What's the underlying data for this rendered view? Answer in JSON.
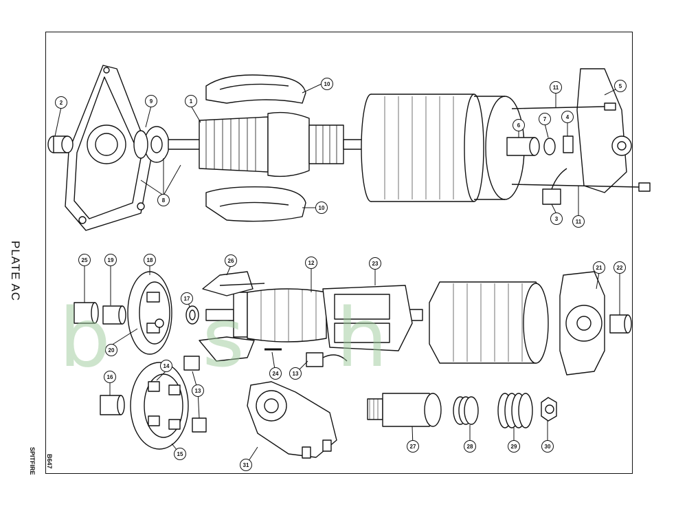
{
  "plate": {
    "title": "PLATE AC",
    "code": "B647",
    "model": "SPITFIRE"
  },
  "watermark": "b s h",
  "callouts": [
    {
      "id": "c1",
      "label": "1"
    },
    {
      "id": "c2",
      "label": "2"
    },
    {
      "id": "c3",
      "label": "3"
    },
    {
      "id": "c4",
      "label": "4"
    },
    {
      "id": "c5",
      "label": "5"
    },
    {
      "id": "c6",
      "label": "6"
    },
    {
      "id": "c7",
      "label": "7"
    },
    {
      "id": "c8",
      "label": "8"
    },
    {
      "id": "c9",
      "label": "9"
    },
    {
      "id": "c10a",
      "label": "10"
    },
    {
      "id": "c10b",
      "label": "10"
    },
    {
      "id": "c11a",
      "label": "11"
    },
    {
      "id": "c11b",
      "label": "11"
    },
    {
      "id": "c12",
      "label": "12"
    },
    {
      "id": "c13a",
      "label": "13"
    },
    {
      "id": "c13b",
      "label": "13"
    },
    {
      "id": "c14",
      "label": "14"
    },
    {
      "id": "c15",
      "label": "15"
    },
    {
      "id": "c16",
      "label": "16"
    },
    {
      "id": "c17",
      "label": "17"
    },
    {
      "id": "c18",
      "label": "18"
    },
    {
      "id": "c19",
      "label": "19"
    },
    {
      "id": "c20",
      "label": "20"
    },
    {
      "id": "c21",
      "label": "21"
    },
    {
      "id": "c22",
      "label": "22"
    },
    {
      "id": "c23",
      "label": "23"
    },
    {
      "id": "c24",
      "label": "24"
    },
    {
      "id": "c25",
      "label": "25"
    },
    {
      "id": "c26",
      "label": "26"
    },
    {
      "id": "c27",
      "label": "27"
    },
    {
      "id": "c28",
      "label": "28"
    },
    {
      "id": "c29",
      "label": "29"
    },
    {
      "id": "c30",
      "label": "30"
    },
    {
      "id": "c31",
      "label": "31"
    }
  ],
  "colors": {
    "ink": "#111111",
    "watermark": "#9ccb9a"
  }
}
